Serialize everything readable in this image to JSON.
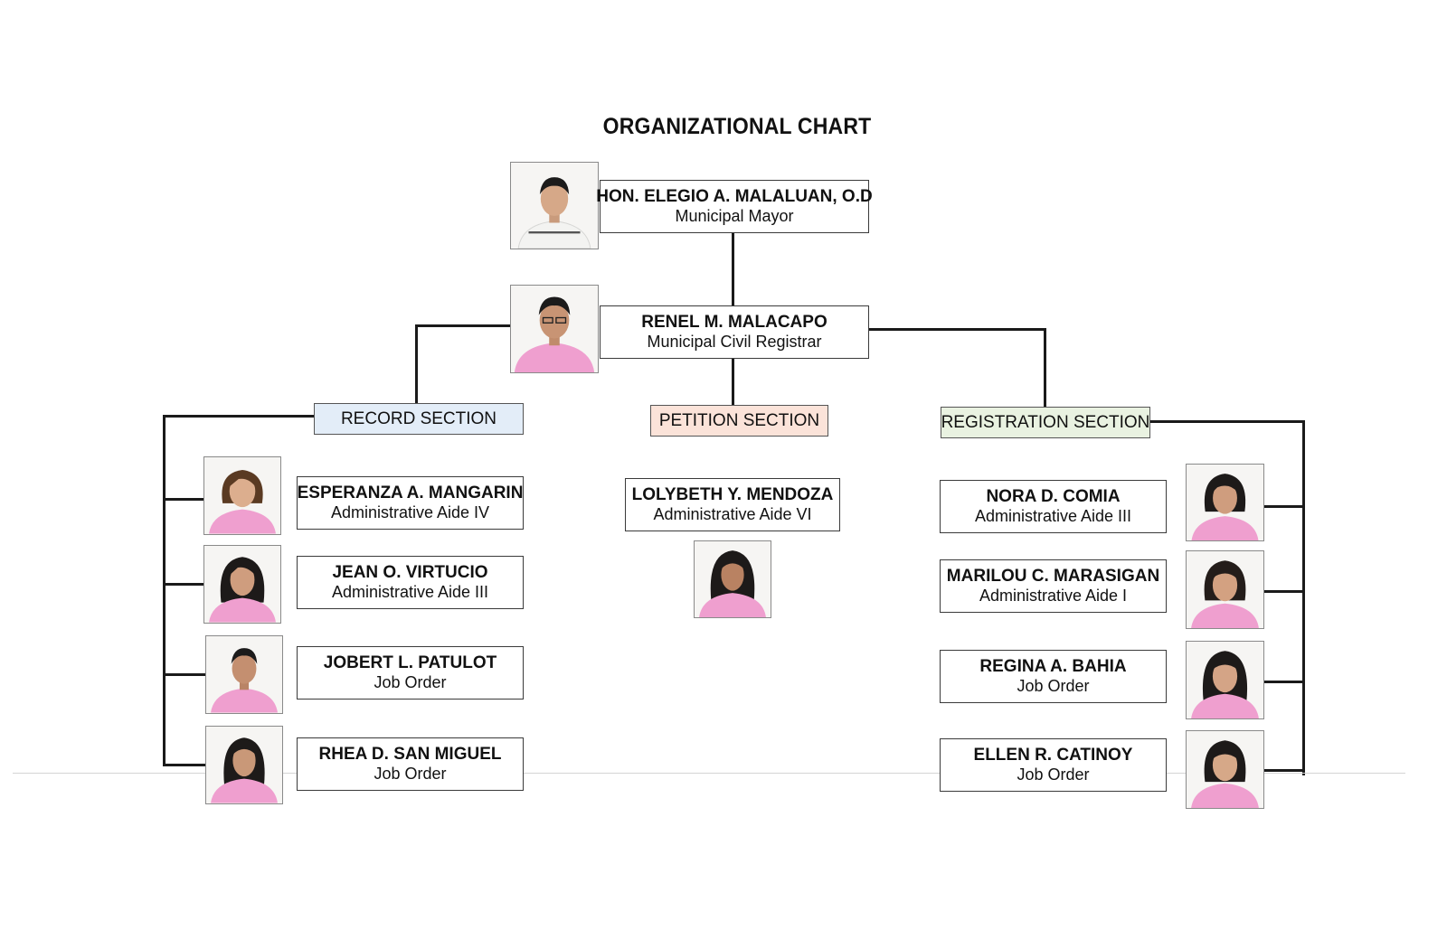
{
  "title": "ORGANIZATIONAL CHART",
  "mayor": {
    "name": "HON. ELEGIO A. MALALUAN, O.D",
    "position": "Municipal Mayor"
  },
  "registrar": {
    "name": "RENEL M. MALACAPO",
    "position": "Municipal Civil Registrar"
  },
  "sections": {
    "record": {
      "label": "RECORD SECTION",
      "color": "#e3edf8"
    },
    "petition": {
      "label": "PETITION SECTION",
      "color": "#fbe3d9"
    },
    "registration": {
      "label": "REGISTRATION SECTION",
      "color": "#e9f2e1"
    }
  },
  "record_staff": [
    {
      "name": "ESPERANZA A. MANGARIN",
      "position": "Administrative Aide IV"
    },
    {
      "name": "JEAN O. VIRTUCIO",
      "position": "Administrative Aide III"
    },
    {
      "name": "JOBERT L. PATULOT",
      "position": "Job Order"
    },
    {
      "name": "RHEA D. SAN MIGUEL",
      "position": "Job Order"
    }
  ],
  "petition_staff": [
    {
      "name": "LOLYBETH Y. MENDOZA",
      "position": "Administrative Aide VI"
    }
  ],
  "registration_staff": [
    {
      "name": "NORA D. COMIA",
      "position": "Administrative Aide III"
    },
    {
      "name": "MARILOU C. MARASIGAN",
      "position": "Administrative Aide I"
    },
    {
      "name": "REGINA A. BAHIA",
      "position": "Job Order"
    },
    {
      "name": "ELLEN R. CATINOY",
      "position": "Job Order"
    }
  ],
  "colors": {
    "uniform_pink": "#ef9fcf",
    "barong_white": "#f3f3f1",
    "line": "#1a1a1a"
  }
}
